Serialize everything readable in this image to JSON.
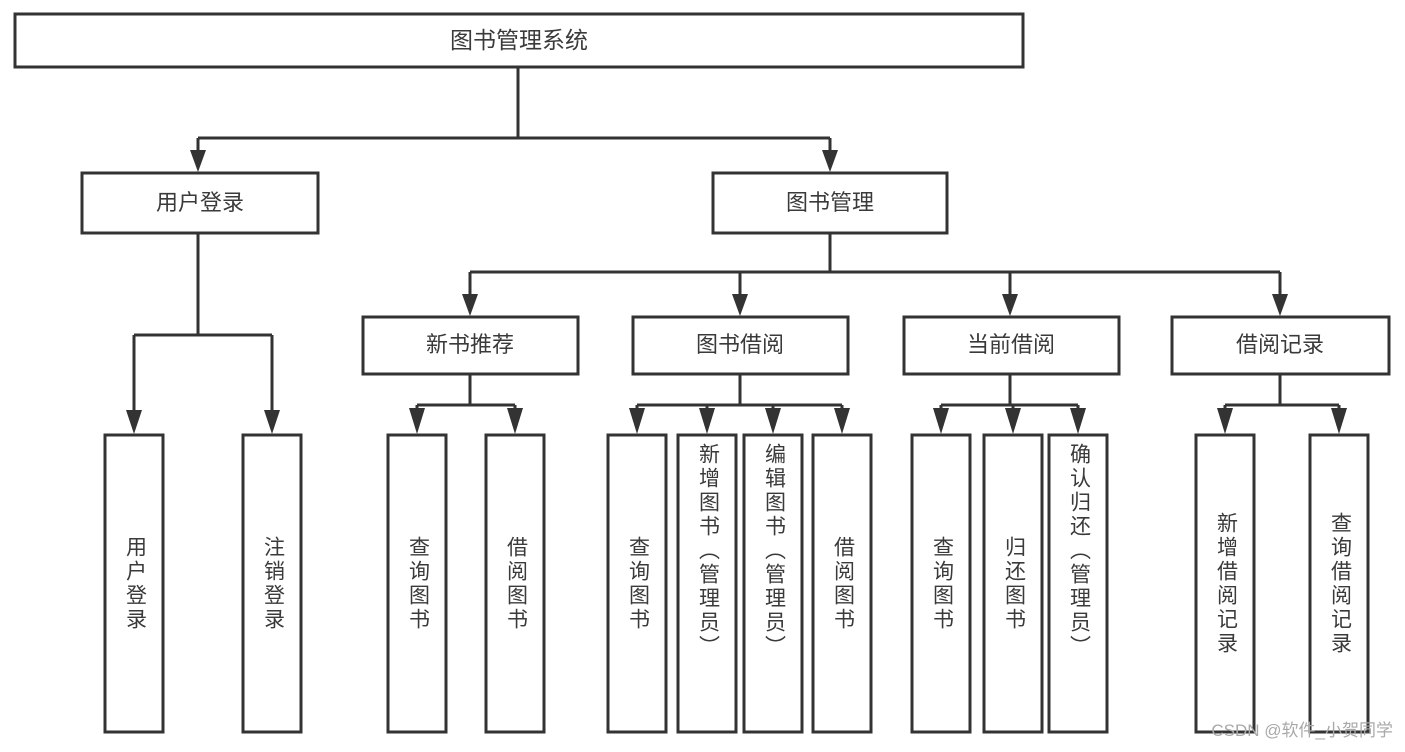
{
  "diagram": {
    "type": "tree",
    "title": "图书管理系统",
    "watermark": "CSDN @软件_小贺同学",
    "colors": {
      "background": "#ffffff",
      "box_fill": "#ffffff",
      "box_stroke": "#333333",
      "text": "#3a3a3a",
      "watermark": "#a9a9a9"
    },
    "root": {
      "label": "图书管理系统",
      "orientation": "horizontal"
    },
    "level2": [
      {
        "label": "用户登录",
        "orientation": "horizontal"
      },
      {
        "label": "图书管理",
        "orientation": "horizontal"
      }
    ],
    "level3": [
      {
        "label": "新书推荐",
        "orientation": "horizontal",
        "parent": "图书管理"
      },
      {
        "label": "图书借阅",
        "orientation": "horizontal",
        "parent": "图书管理"
      },
      {
        "label": "当前借阅",
        "orientation": "horizontal",
        "parent": "图书管理"
      },
      {
        "label": "借阅记录",
        "orientation": "horizontal",
        "parent": "图书管理"
      }
    ],
    "leaves": {
      "user_login": [
        {
          "label": "用户登录",
          "orientation": "vertical"
        },
        {
          "label": "注销登录",
          "orientation": "vertical"
        }
      ],
      "new_book_recommend": [
        {
          "label": "查询图书",
          "orientation": "vertical"
        },
        {
          "label": "借阅图书",
          "orientation": "vertical"
        }
      ],
      "book_borrow": [
        {
          "label": "查询图书",
          "orientation": "vertical"
        },
        {
          "label": "新增图书（管理员）",
          "orientation": "vertical"
        },
        {
          "label": "编辑图书（管理员）",
          "orientation": "vertical"
        },
        {
          "label": "借阅图书",
          "orientation": "vertical"
        }
      ],
      "current_borrow": [
        {
          "label": "查询图书",
          "orientation": "vertical"
        },
        {
          "label": "归还图书",
          "orientation": "vertical"
        },
        {
          "label": "确认归还（管理员）",
          "orientation": "vertical"
        }
      ],
      "borrow_record": [
        {
          "label": "新增借阅记录",
          "orientation": "vertical"
        },
        {
          "label": "查询借阅记录",
          "orientation": "vertical"
        }
      ]
    }
  }
}
